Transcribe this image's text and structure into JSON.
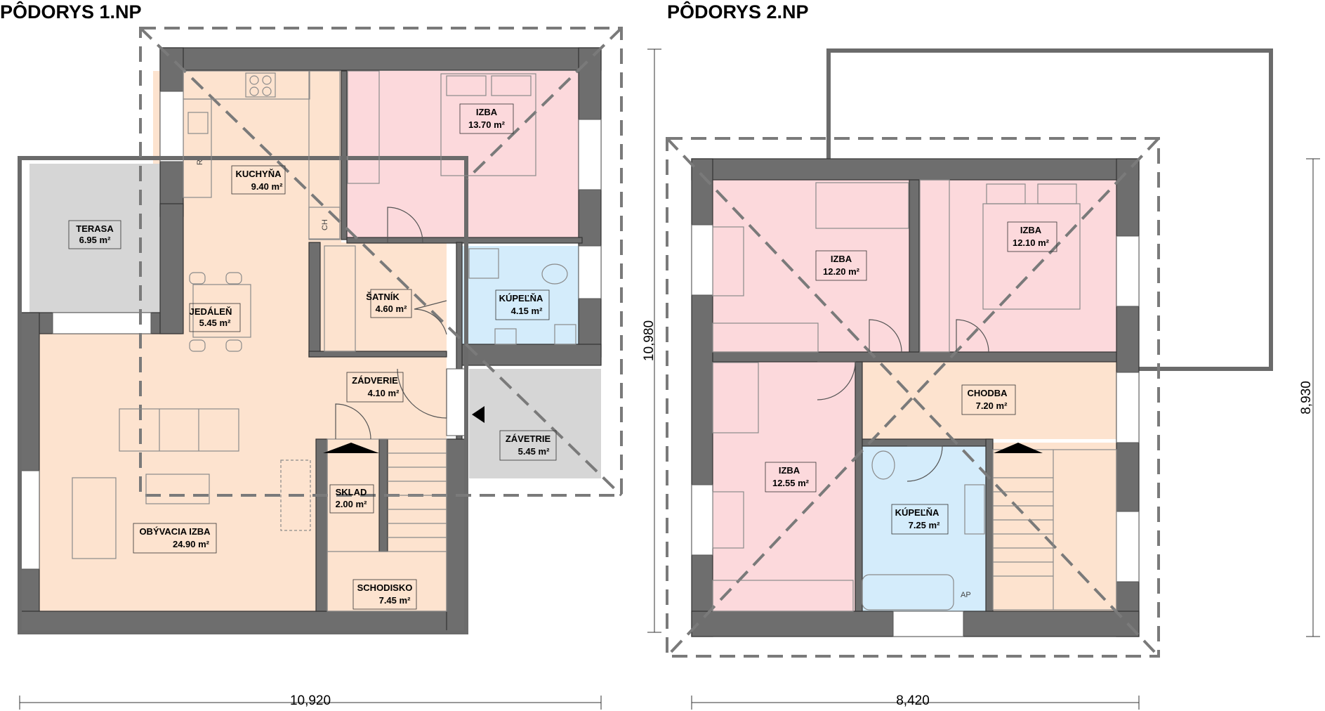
{
  "floor1": {
    "title": "PÔDORYS 1.NP",
    "dimension_width": "10,920",
    "dimension_height": "10,980",
    "rooms": [
      {
        "id": "kuchyna",
        "name": "KUCHYŇA",
        "area": "9.40 m²"
      },
      {
        "id": "izba",
        "name": "IZBA",
        "area": "13.70 m²"
      },
      {
        "id": "terasa",
        "name": "TERASA",
        "area": "6.95 m²"
      },
      {
        "id": "jedalen",
        "name": "JEDÁLEŇ",
        "area": "5.45 m²"
      },
      {
        "id": "satnik",
        "name": "ŠATNÍK",
        "area": "4.60 m²"
      },
      {
        "id": "kupelna",
        "name": "KÚPEĽŇA",
        "area": "4.15 m²"
      },
      {
        "id": "zadverie",
        "name": "ZÁDVERIE",
        "area": "4.10 m²"
      },
      {
        "id": "zavetrie",
        "name": "ZÁVETRIE",
        "area": "5.45 m²"
      },
      {
        "id": "sklad",
        "name": "SKLAD",
        "area": "2.00 m²"
      },
      {
        "id": "obyvacia",
        "name": "OBÝVACIA IZBA",
        "area": "24.90 m²"
      },
      {
        "id": "schodisko",
        "name": "SCHODISKO",
        "area": "7.45 m²"
      }
    ],
    "marks": [
      "CH",
      "R"
    ]
  },
  "floor2": {
    "title": "PÔDORYS 2.NP",
    "dimension_width": "8,420",
    "dimension_height": "8,930",
    "rooms": [
      {
        "id": "izba1",
        "name": "IZBA",
        "area": "12.20 m²"
      },
      {
        "id": "izba2",
        "name": "IZBA",
        "area": "12.10 m²"
      },
      {
        "id": "chodba",
        "name": "CHODBA",
        "area": "7.20 m²"
      },
      {
        "id": "izba3",
        "name": "IZBA",
        "area": "12.55 m²"
      },
      {
        "id": "kupelna2",
        "name": "KÚPEĽŇA",
        "area": "7.25 m²"
      }
    ],
    "marks": [
      "AP"
    ]
  },
  "colors": {
    "bedroom": "#fcd9dc",
    "living": "#fde3cf",
    "bath": "#d4ecfb",
    "grey": "#d6d6d6",
    "wall": "#6e6e6e"
  }
}
